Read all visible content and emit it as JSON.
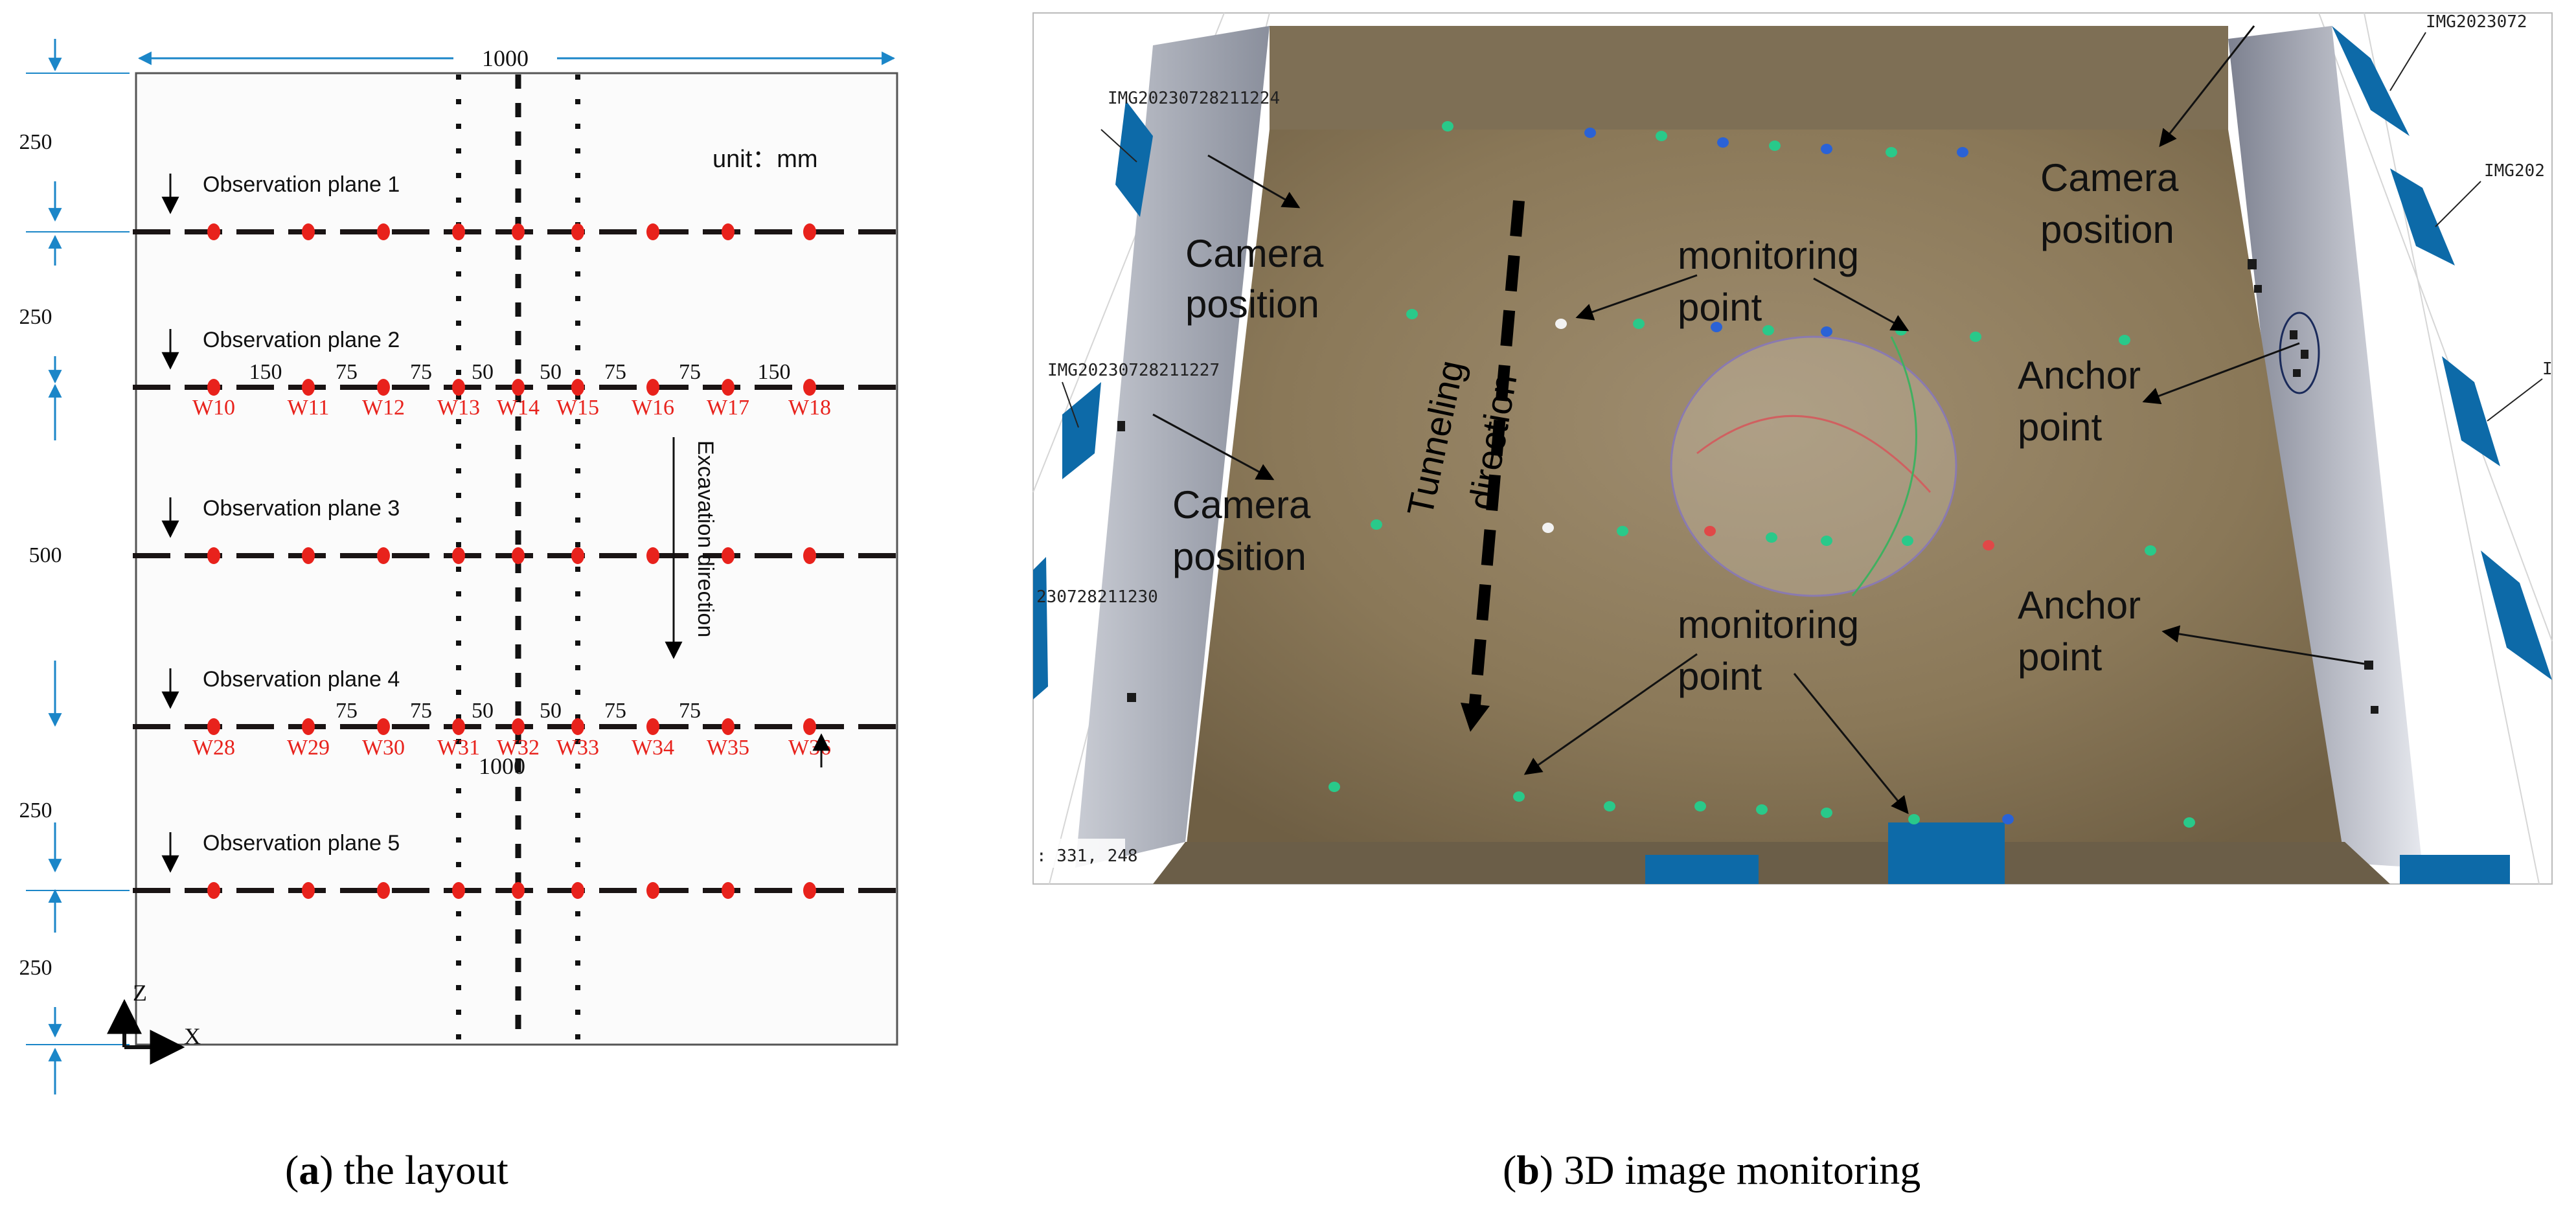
{
  "panel_a": {
    "width_label": "1000",
    "unit_label": "unit：mm",
    "planes": [
      "Observation plane 1",
      "Observation plane 2",
      "Observation plane 3",
      "Observation plane 4",
      "Observation plane 5"
    ],
    "left_dims": [
      "250",
      "250",
      "500",
      "250",
      "250"
    ],
    "spacing_row2": [
      "150",
      "75",
      "75",
      "50",
      "50",
      "75",
      "75",
      "150"
    ],
    "spacing_row4": [
      "75",
      "75",
      "50",
      "50",
      "75",
      "75"
    ],
    "points_row2": [
      "W10",
      "W11",
      "W12",
      "W13",
      "W14",
      "W15",
      "W16",
      "W17",
      "W18"
    ],
    "points_row4": [
      "W28",
      "W29",
      "W30",
      "W31",
      "W32",
      "W33",
      "W34",
      "W35",
      "W36"
    ],
    "excavation_label": "Excavation direction",
    "inner_1000": "1000",
    "axis_z": "Z",
    "axis_x": "X",
    "colors": {
      "point": "#e8221c",
      "label": "#e8221c",
      "dim": "#1b86c8",
      "line": "#1a1414"
    }
  },
  "panel_b": {
    "camera_ids": [
      "IMG20230728211224",
      "IMG20230728211227",
      "230728211230",
      "IMG2023072",
      "IMG202",
      "I"
    ],
    "labels": {
      "camera_position": "Camera position",
      "monitoring_point": "monitoring point",
      "anchor_point": "Anchor point",
      "tunneling_direction": "Tunneling direction"
    },
    "coord_readout": ": 331, 248",
    "colors": {
      "sand": "#8c7b5f",
      "camera": "#0d6aa8",
      "green_pt": "#29c98a",
      "blue_pt": "#2a62d6",
      "red_pt": "#e04848"
    }
  },
  "captions": {
    "a_letter": "a",
    "a_text": " the layout",
    "b_letter": "b",
    "b_text": " 3D image monitoring"
  }
}
